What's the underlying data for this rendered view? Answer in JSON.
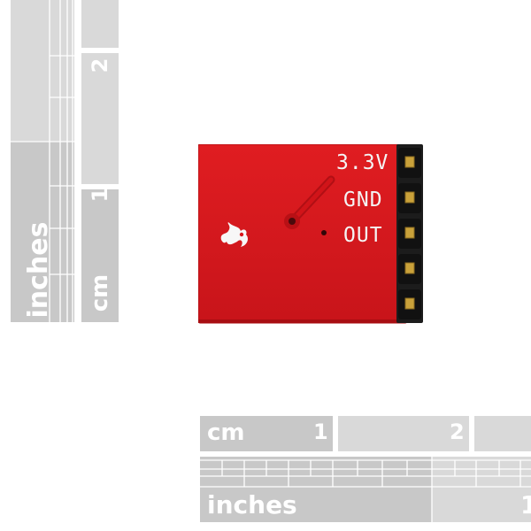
{
  "rulers": {
    "vertical_inch_label": "inches",
    "vertical_cm_label": "cm",
    "vertical_cm_ticks": [
      "1",
      "2"
    ],
    "horizontal_cm_label": "cm",
    "horizontal_cm_ticks": [
      "1",
      "2"
    ],
    "horizontal_inch_label": "inches",
    "horizontal_inch_ticks": [
      "1"
    ],
    "colors": {
      "band": "#d9d9d9",
      "band_dark": "#c4c4c4",
      "tick": "#ffffff"
    }
  },
  "board": {
    "pin_labels": [
      "3.3V",
      "GND",
      "OUT"
    ],
    "pin_count": 5,
    "logo": "flame-logo-icon",
    "colors": {
      "pcb": "#d8161b",
      "pcb_dark": "#b70f14",
      "header": "#1a1a1a",
      "pin": "#c9a13a",
      "silk": "#f4f4f4"
    }
  }
}
